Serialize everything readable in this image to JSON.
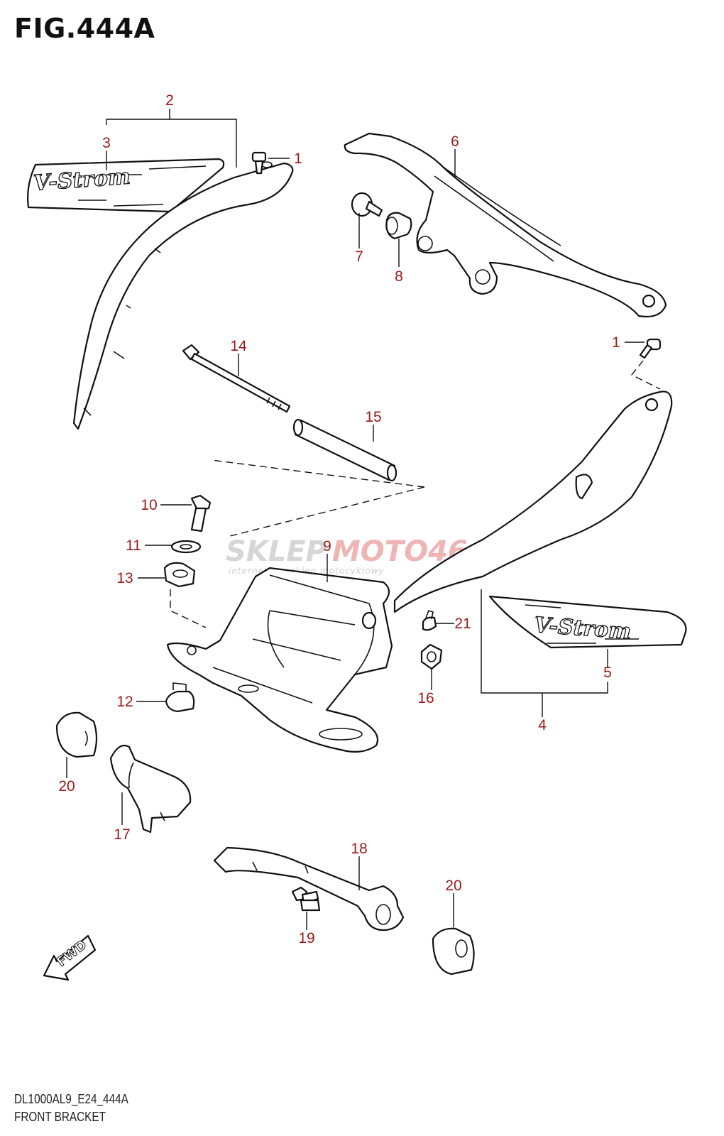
{
  "figure": {
    "title": "FIG.444A",
    "model_code": "DL1000AL9_E24_444A",
    "section_name": "FRONT BRACKET"
  },
  "watermark": {
    "brand_left": "SKLEP",
    "brand_right": "MOTO46.PL",
    "tagline": "internetowy sklep motocyklowy"
  },
  "decals": {
    "logo_text": "V-Strom"
  },
  "direction_arrow": {
    "label": "FWD"
  },
  "callouts": [
    {
      "id": "c2",
      "number": "2"
    },
    {
      "id": "c3",
      "number": "3"
    },
    {
      "id": "c1a",
      "number": "1"
    },
    {
      "id": "c6",
      "number": "6"
    },
    {
      "id": "c7",
      "number": "7"
    },
    {
      "id": "c8",
      "number": "8"
    },
    {
      "id": "c14",
      "number": "14"
    },
    {
      "id": "c1b",
      "number": "1"
    },
    {
      "id": "c15",
      "number": "15"
    },
    {
      "id": "c10",
      "number": "10"
    },
    {
      "id": "c9",
      "number": "9"
    },
    {
      "id": "c11",
      "number": "11"
    },
    {
      "id": "c13",
      "number": "13"
    },
    {
      "id": "c21",
      "number": "21"
    },
    {
      "id": "c16",
      "number": "16"
    },
    {
      "id": "c5",
      "number": "5"
    },
    {
      "id": "c12",
      "number": "12"
    },
    {
      "id": "c4",
      "number": "4"
    },
    {
      "id": "c20a",
      "number": "20"
    },
    {
      "id": "c17",
      "number": "17"
    },
    {
      "id": "c18",
      "number": "18"
    },
    {
      "id": "c20b",
      "number": "20"
    },
    {
      "id": "c19",
      "number": "19"
    }
  ]
}
